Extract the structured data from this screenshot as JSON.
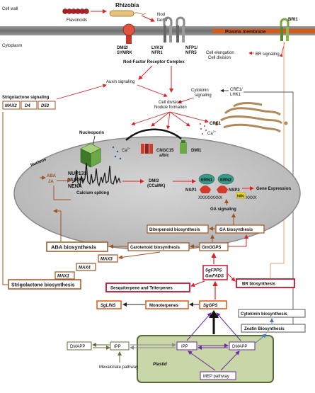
{
  "cell": {
    "cell_wall": "Cell wall",
    "plasma_membrane": "Plasma membrane",
    "cytoplasm": "Cytoplasm",
    "nucleus": "Nucleus",
    "plastid": "Plastid"
  },
  "top": {
    "rhizobia": "Rhizobia",
    "flavonoids": "Flavonoids",
    "nod_factor": [
      "Nod",
      "factor"
    ]
  },
  "receptors": {
    "dmi2": [
      "DMI2/",
      "SYMRK"
    ],
    "lyk3": [
      "LYK3/",
      "NFR1"
    ],
    "nfp1": [
      "NFP1/",
      "NFR5"
    ],
    "complex": "Nod-Factor Receptor Complex",
    "bri1": "BRI1"
  },
  "signals": {
    "br_signaling": "BR signaling",
    "cell_elong": [
      "Cell elongation",
      "Cell division"
    ],
    "auxin": "Auxin signaling",
    "strigo_signaling": "Strigolactone signaling",
    "strigo_genes": [
      "MAX2",
      "D4",
      "D53"
    ],
    "cytokinin": [
      "Cytokinin",
      "signaling"
    ],
    "cre1": [
      "CRE1/",
      "LHK1"
    ],
    "cell_div_nod": [
      "Cell division",
      "Nodule formation"
    ]
  },
  "nuclear": {
    "nucleoporin": "Nucleoporin",
    "nup": [
      "NUP133",
      "NUP85",
      "NENA"
    ],
    "cngc": [
      "CNGC15",
      "a/b/c"
    ],
    "dmi1": "DMI1",
    "ca": "Ca",
    "ca_sup": "2+",
    "cre1": "CRE1",
    "aba": "ABA",
    "ja": "JA",
    "calcium": "Calcium spiking",
    "dmi3": [
      "DMI3",
      "(CCaMK)"
    ],
    "ern1": "ERN1",
    "ern2": "ERN2",
    "nsp1": "NSP1",
    "nsp2": "NSP2",
    "nin": "NIN",
    "xx1": "XXXXXXXXX",
    "xx2": "XXXX",
    "gene_expression": "Gene Expression",
    "ga_signaling": "GA signaling"
  },
  "biosynthesis": {
    "diterpenoid": "Diterpenoid biosynthesis",
    "ga": "GA biosynthesis",
    "aba": "ABA biosynthesis",
    "carotenoid": "Carotenoid biosynthesis",
    "gmggps": "GmGGPS",
    "max3": "MAX3",
    "max4": "MAX4",
    "max1": "MAX1",
    "strigolactone": "Strigolactone biosynthesis",
    "sgfpps": [
      "SgFPPS",
      "GmFADS"
    ],
    "sesqui": "Sesquiterpene and Triterpenes",
    "br": "BR  biosynthesis",
    "sglins": "SgLINS",
    "monoterpenes": "Monoterpenes",
    "sggps": "SgGPS",
    "cytokinin": "Cytokinin biosynthesis",
    "zeatin": "Zeatin Biosynthesis"
  },
  "plastid_pathway": {
    "dmapp_out": "DMAPP",
    "ipp_out": "IPP",
    "mevalonate": "Mevalonate pathway",
    "ipp_in": "IPP",
    "dmapp_in": "DMAPP",
    "mep": "MEP pathway"
  },
  "colors": {
    "membrane": "#7a7a7a",
    "membrane_band": "#d85a14",
    "red_arrow": "#e31e24",
    "brown_box": "#a0521e",
    "red_box": "#c8102e",
    "nucleus_fill": "#c7c7c7",
    "plastid_fill": "#c9d6a8",
    "purple_arrow": "#6a2ca0",
    "grey_arrow": "#8a8a8a",
    "blue_arrow": "#4a7ab5",
    "olive_arrow": "#6b6b3a"
  }
}
